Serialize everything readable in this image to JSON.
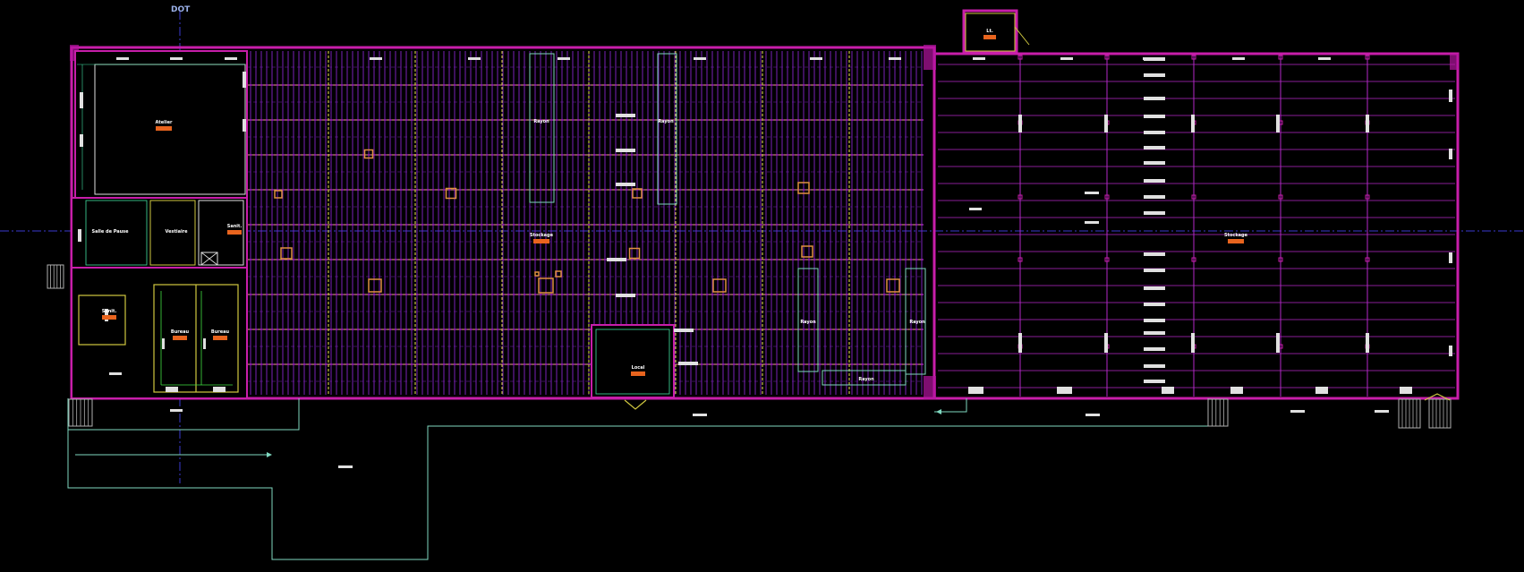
{
  "colors": {
    "background": "#000000",
    "wall": "#c81eaa",
    "wall_hatch": "#b414a0",
    "grid_fine": "#7a22b8",
    "grid_main": "#b428c8",
    "beam": "#c8c040",
    "partition": "#d0c840",
    "aux_line": "#7fd8c0",
    "room_label": "#ffffff",
    "room_tag": "#e8641e",
    "axis": "#3a3ad0",
    "north": "#9ab0e8",
    "dimension": "#40e0a0",
    "stairs": "#b0b0b0",
    "door": "#e0e0e0"
  },
  "north_arrow": {
    "label": "DOT",
    "icon": "north-arrow-icon"
  },
  "rooms": [
    {
      "id": "atelier",
      "label": "Atelier"
    },
    {
      "id": "salle-de-pause",
      "label": "Salle de Pause"
    },
    {
      "id": "vestiaire",
      "label": "Vestiaire"
    },
    {
      "id": "sanit-1",
      "label": "Sanit."
    },
    {
      "id": "sanit-2",
      "label": "Sanit."
    },
    {
      "id": "bureau-1",
      "label": "Bureau"
    },
    {
      "id": "bureau-2",
      "label": "Bureau"
    },
    {
      "id": "stockage-1",
      "label": "Stockage"
    },
    {
      "id": "stockage-2",
      "label": "Stockage"
    },
    {
      "id": "local",
      "label": "Local"
    },
    {
      "id": "annex",
      "label": "Lt."
    }
  ],
  "zones": [
    {
      "id": "rayon-1",
      "label": "Rayon"
    },
    {
      "id": "rayon-2",
      "label": "Rayon"
    },
    {
      "id": "rayon-3",
      "label": "Rayon"
    },
    {
      "id": "rayon-4",
      "label": "Rayon"
    },
    {
      "id": "rayon-5",
      "label": "Rayon"
    }
  ]
}
